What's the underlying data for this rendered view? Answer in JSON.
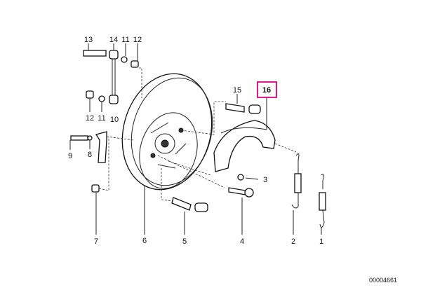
{
  "diagram": {
    "callouts": [
      "13",
      "14",
      "11",
      "12",
      "15",
      "16",
      "12",
      "11",
      "10",
      "9",
      "8",
      "3",
      "7",
      "6",
      "5",
      "4",
      "2",
      "1"
    ],
    "highlighted": "16",
    "highlight_color": "#e0198a",
    "reference_number": "00004661"
  }
}
